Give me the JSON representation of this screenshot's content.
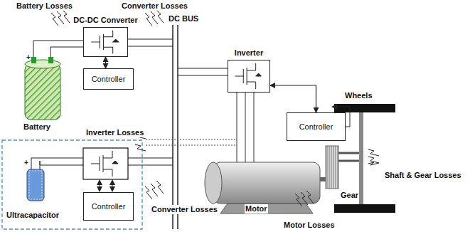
{
  "diagram": {
    "nodes": [
      {
        "text": [
          "DC-DC Converter"
        ]
      },
      {
        "text": [
          "Controller"
        ]
      },
      {
        "text": [
          "Controller"
        ]
      },
      {
        "text": [
          "Inverter"
        ]
      },
      {
        "text": [
          "Controller"
        ]
      }
    ],
    "edges": [
      {
        "from": 0,
        "to": 1,
        "arrow": "both"
      },
      {
        "from": 3,
        "to": 4,
        "arrow": "both"
      }
    ],
    "labels": [
      "Battery Losses",
      "Converter Losses",
      "DC BUS",
      "Wheels",
      "Battery",
      "Inverter Losses",
      "Shaft & Gear Losses",
      "Ultracapacitor",
      "Converter Losses",
      "Gear",
      "Motor",
      "Motor Losses"
    ]
  }
}
